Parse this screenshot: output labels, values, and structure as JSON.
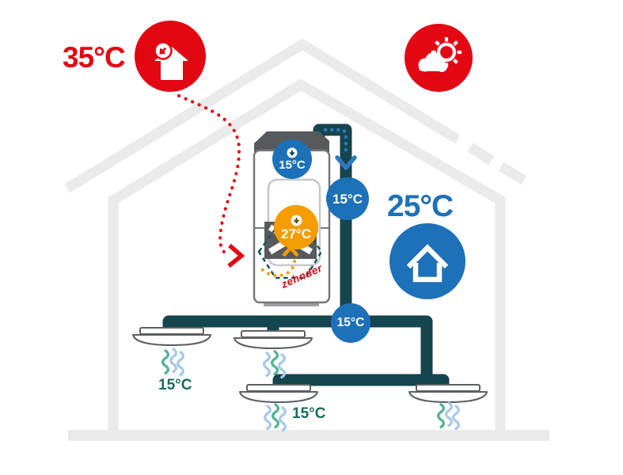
{
  "diagram": {
    "outdoor": {
      "temperature": "35°C"
    },
    "indoor": {
      "temperature": "25°C"
    },
    "unit": {
      "intake_badge": "15°C",
      "core_badge": "27°C",
      "brand": "zehnder"
    },
    "ducts": {
      "supply_duct_badge": "15°C",
      "distribution_badge": "15°C"
    },
    "rooms": {
      "left_vent_label": "15°C",
      "center_vent_label": "15°C"
    }
  },
  "icons": {
    "outdoor": "house-air-intake-icon",
    "weather": "sun-behind-cloud-icon",
    "indoor": "house-icon",
    "badge": "airflow-down-arrow-icon",
    "diffuser": "ceiling-diffuser",
    "airflow": "air-wave-lines"
  },
  "colors": {
    "red": "#E30613",
    "blue": "#1D71B8",
    "orange": "#F59C00",
    "duct_teal": "#15454F",
    "label_teal": "#1A6A60",
    "house_gray": "#EAEAEA",
    "unit_dark_gray": "#575A5C",
    "wave_green": "#55B492",
    "wave_blue": "#A9C9EA"
  }
}
